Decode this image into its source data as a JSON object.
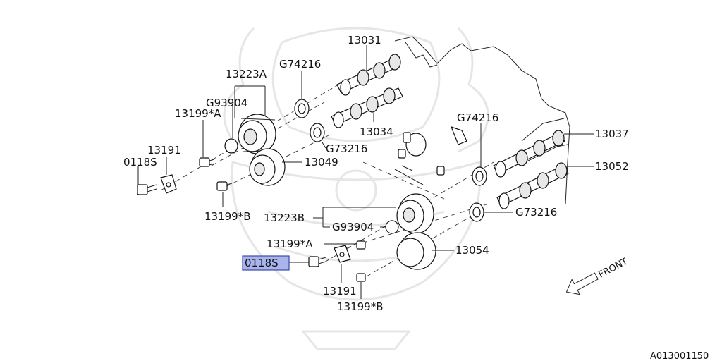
{
  "diagram_id": "A013001150",
  "front_label": "FRONT",
  "highlighted_part": "0118S",
  "labels": {
    "p13031": "13031",
    "p13223a": "13223A",
    "g74216_top": "G74216",
    "g93904_top": "G93904",
    "p13199a_top": "13199*A",
    "p13191_top": "13191",
    "p0118s_top": "0118S",
    "p13034": "13034",
    "g73216_top": "G73216",
    "p13049": "13049",
    "p13199b_top": "13199*B",
    "g74216_right": "G74216",
    "p13037": "13037",
    "p13052": "13052",
    "g73216_right": "G73216",
    "p13223b": "13223B",
    "g93904_bottom": "G93904",
    "p13199a_bottom": "13199*A",
    "p13054": "13054",
    "p0118s_bottom": "0118S",
    "p13191_bottom": "13191",
    "p13199b_bottom": "13199*B"
  },
  "colors": {
    "highlight_fill": "#a9b4ec",
    "highlight_stroke": "#3b4aa8",
    "watermark": "#e6e6e6"
  }
}
